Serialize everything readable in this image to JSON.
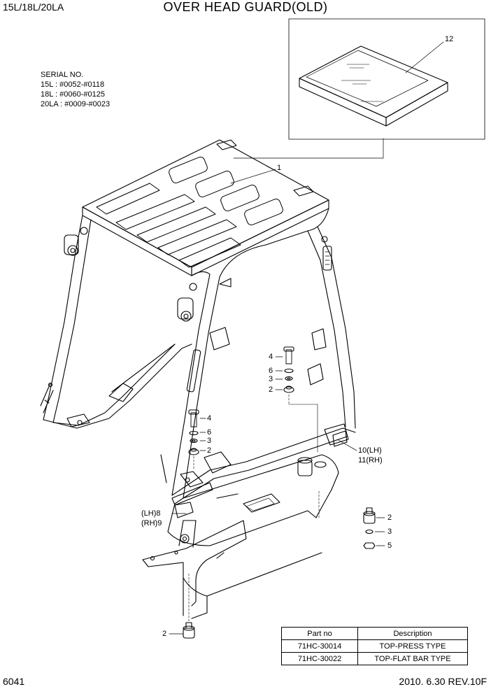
{
  "header": {
    "model": "15L/18L/20LA",
    "title": "OVER HEAD GUARD(OLD)"
  },
  "serial": {
    "heading": "SERIAL NO.",
    "lines": [
      "15L : #0052-#0118",
      "18L : #0060-#0125",
      "20LA : #0009-#0023"
    ]
  },
  "callouts": {
    "c1": "1",
    "c12": "12",
    "c4a": "4",
    "c6a": "6",
    "c3a": "3",
    "c2a": "2",
    "c4b": "4",
    "c6b": "6",
    "c3b": "3",
    "c2b": "2",
    "c10": "10(LH)",
    "c11": "11(RH)",
    "c8": "(LH)8",
    "c9": "(RH)9",
    "c2c": "2",
    "c3c": "3",
    "c5": "5",
    "c2d": "2"
  },
  "parts_table": {
    "headers": [
      "Part no",
      "Description"
    ],
    "rows": [
      [
        "71HC-30014",
        "TOP-PRESS TYPE"
      ],
      [
        "71HC-30022",
        "TOP-FLAT BAR TYPE"
      ]
    ]
  },
  "footer": {
    "page_number": "6041",
    "revision": "2010. 6.30  REV.10F"
  }
}
